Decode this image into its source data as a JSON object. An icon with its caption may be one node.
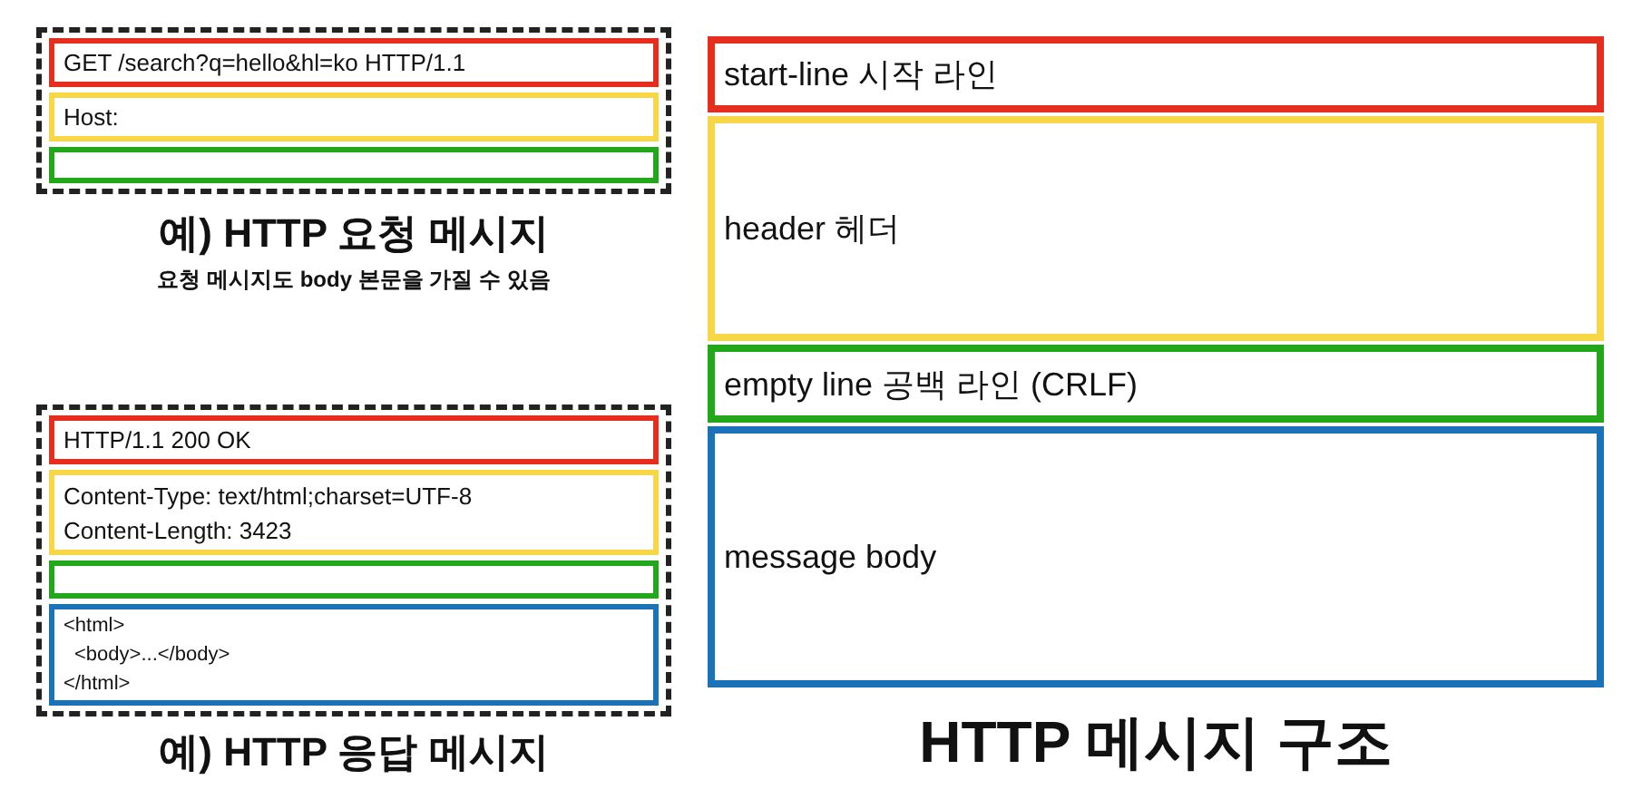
{
  "diagram": {
    "caption": "HTTP 메시지 구조",
    "nodes": [
      {
        "text": [],
        "shape": "box",
        "beside": [
          "예) HTTP 요청 메시지",
          "요청 메시지도 body 본문을 가질 수 있음"
        ]
      },
      {
        "text": [
          "GET /search?q=hello&hl=ko HTTP/1.1"
        ],
        "in": 0
      },
      {
        "text": [
          "Host:"
        ],
        "in": 0
      },
      {
        "text": [],
        "shape": "box",
        "in": 0
      },
      {
        "text": [],
        "shape": "box",
        "beside": [
          "예) HTTP 응답 메시지"
        ]
      },
      {
        "text": [
          "HTTP/1.1 200 OK"
        ],
        "in": 4
      },
      {
        "text": [
          "Content-Type: text/html;charset=UTF-8",
          "Content-Length: 3423"
        ],
        "in": 4
      },
      {
        "text": [],
        "shape": "box",
        "in": 4
      },
      {
        "text": [
          "<html>",
          "<body>...</body>",
          "</html>"
        ],
        "in": 4
      },
      {
        "text": [
          "start-line 시작 라인"
        ]
      },
      {
        "text": [
          "header 헤더"
        ]
      },
      {
        "text": [
          "empty line 공백 라인 (CRLF)"
        ]
      },
      {
        "text": [
          "message body"
        ]
      }
    ]
  }
}
